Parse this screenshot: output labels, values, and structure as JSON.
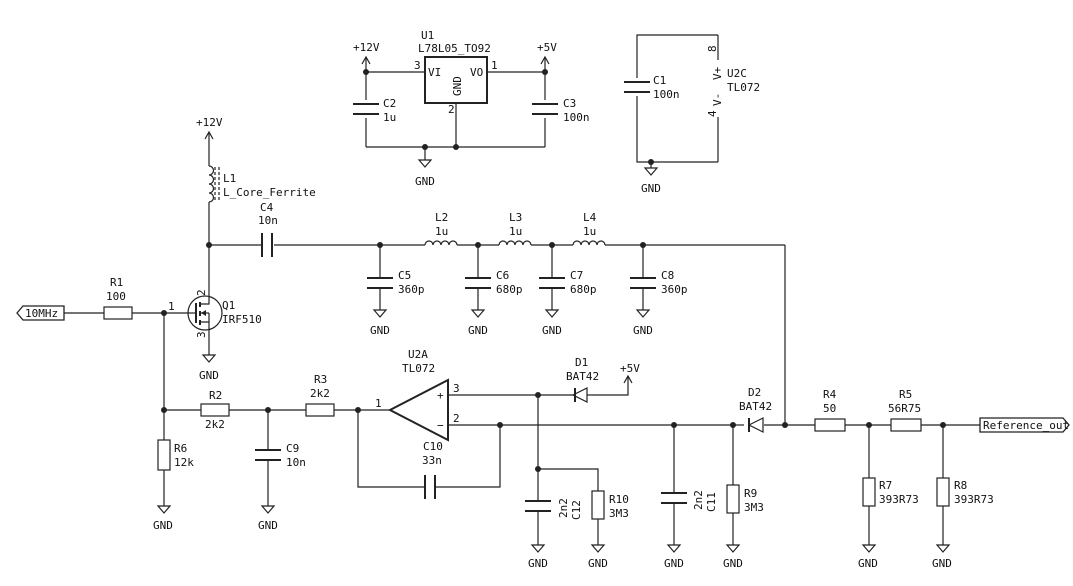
{
  "power": {
    "vcc12": "+12V",
    "vcc5": "+5V",
    "gnd": "GND"
  },
  "labels": {
    "input": "10MHz",
    "output": "Reference_out"
  },
  "components": {
    "U1": {
      "ref": "U1",
      "value": "L78L05_TO92",
      "pin_vi": "VI",
      "pin_vo": "VO",
      "pin_gnd": "GND",
      "pin1": "1",
      "pin2": "2",
      "pin3": "3"
    },
    "U2C": {
      "ref": "U2C",
      "value": "TL072",
      "pin_vp": "V+",
      "pin_vm": "V-",
      "pin8": "8",
      "pin4": "4"
    },
    "U2A": {
      "ref": "U2A",
      "value": "TL072",
      "pin1": "1",
      "pin2": "2",
      "pin3": "3",
      "plus": "+",
      "minus": "−"
    },
    "Q1": {
      "ref": "Q1",
      "value": "IRF510",
      "pin1": "1",
      "pin2": "2",
      "pin3": "3"
    },
    "L1": {
      "ref": "L1",
      "value": "L_Core_Ferrite"
    },
    "L2": {
      "ref": "L2",
      "value": "1u"
    },
    "L3": {
      "ref": "L3",
      "value": "1u"
    },
    "L4": {
      "ref": "L4",
      "value": "1u"
    },
    "C1": {
      "ref": "C1",
      "value": "100n"
    },
    "C2": {
      "ref": "C2",
      "value": "1u"
    },
    "C3": {
      "ref": "C3",
      "value": "100n"
    },
    "C4": {
      "ref": "C4",
      "value": "10n"
    },
    "C5": {
      "ref": "C5",
      "value": "360p"
    },
    "C6": {
      "ref": "C6",
      "value": "680p"
    },
    "C7": {
      "ref": "C7",
      "value": "680p"
    },
    "C8": {
      "ref": "C8",
      "value": "360p"
    },
    "C9": {
      "ref": "C9",
      "value": "10n"
    },
    "C10": {
      "ref": "C10",
      "value": "33n"
    },
    "C11": {
      "ref": "C11",
      "value": "2n2"
    },
    "C12": {
      "ref": "C12",
      "value": "2n2"
    },
    "R1": {
      "ref": "R1",
      "value": "100"
    },
    "R2": {
      "ref": "R2",
      "value": "2k2"
    },
    "R3": {
      "ref": "R3",
      "value": "2k2"
    },
    "R4": {
      "ref": "R4",
      "value": "50"
    },
    "R5": {
      "ref": "R5",
      "value": "56R75"
    },
    "R6": {
      "ref": "R6",
      "value": "12k"
    },
    "R7": {
      "ref": "R7",
      "value": "393R73"
    },
    "R8": {
      "ref": "R8",
      "value": "393R73"
    },
    "R9": {
      "ref": "R9",
      "value": "3M3"
    },
    "R10": {
      "ref": "R10",
      "value": "3M3"
    },
    "D1": {
      "ref": "D1",
      "value": "BAT42"
    },
    "D2": {
      "ref": "D2",
      "value": "BAT42"
    }
  }
}
